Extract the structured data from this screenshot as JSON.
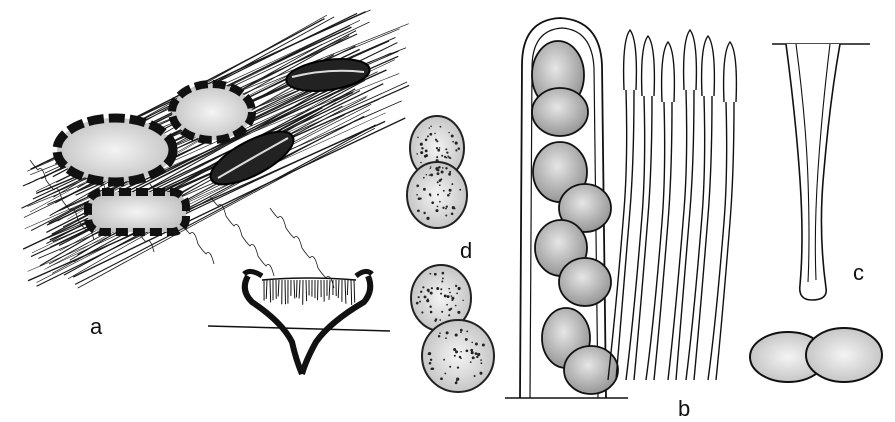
{
  "labels": {
    "a": "a",
    "b": "b",
    "c": "c",
    "d": "d"
  },
  "colors": {
    "ink": "#1a1a1a",
    "spore_fill": "#cfcfcf",
    "spore_dark": "#a8a8a8",
    "lesion_fill": "#e2e2e2",
    "paper": "#ffffff"
  }
}
